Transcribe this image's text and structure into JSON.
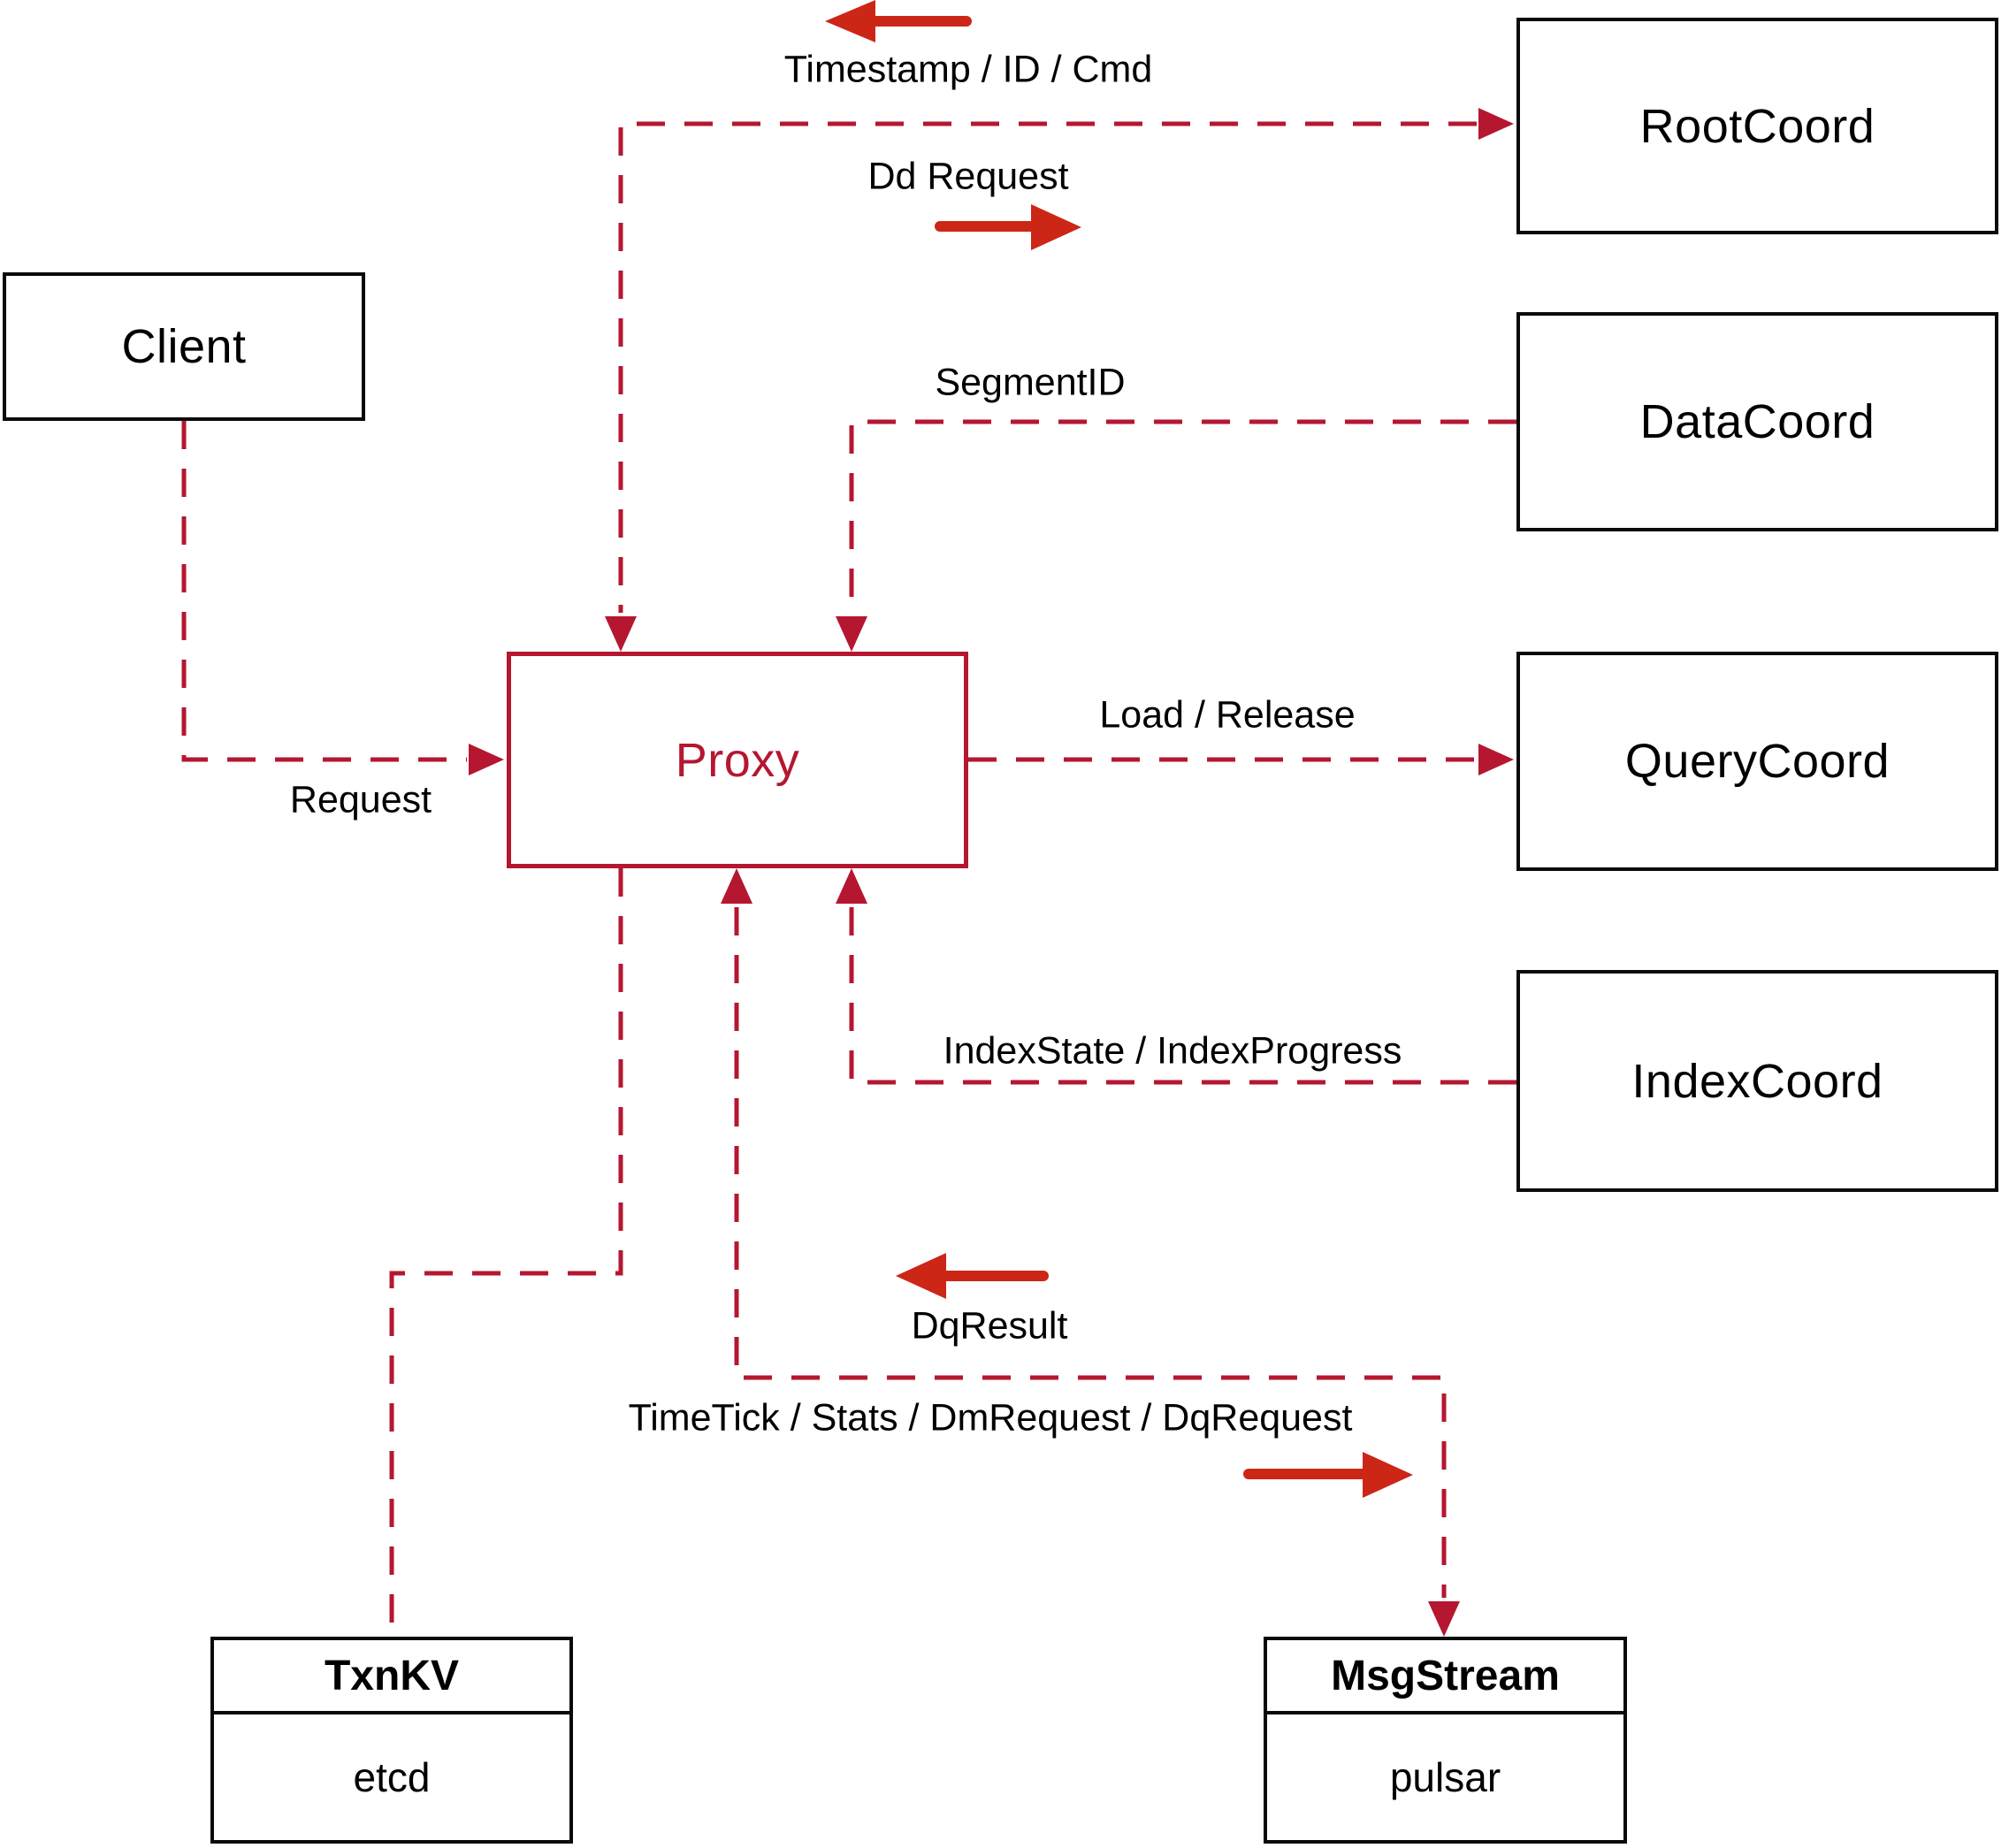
{
  "colors": {
    "line": "#b51730",
    "arrow": "#cc2617",
    "border": "#0a0a0a",
    "text": "#000000",
    "background": "#ffffff"
  },
  "nodes": {
    "client": {
      "label": "Client"
    },
    "proxy": {
      "label": "Proxy"
    },
    "rootcoord": {
      "label": "RootCoord"
    },
    "datacoord": {
      "label": "DataCoord"
    },
    "querycoord": {
      "label": "QueryCoord"
    },
    "indexcoord": {
      "label": "IndexCoord"
    },
    "txnkv": {
      "title": "TxnKV",
      "subtitle": "etcd"
    },
    "msgstream": {
      "title": "MsgStream",
      "subtitle": "pulsar"
    }
  },
  "edges": {
    "timestamp": {
      "label": "Timestamp / ID / Cmd"
    },
    "dd_request": {
      "label": "Dd Request"
    },
    "segment_id": {
      "label": "SegmentID"
    },
    "load_release": {
      "label": "Load / Release"
    },
    "index_state": {
      "label": "IndexState / IndexProgress"
    },
    "request": {
      "label": "Request"
    },
    "dq_result": {
      "label": "DqResult"
    },
    "timetick": {
      "label": "TimeTick / Stats / DmRequest / DqRequest"
    }
  }
}
